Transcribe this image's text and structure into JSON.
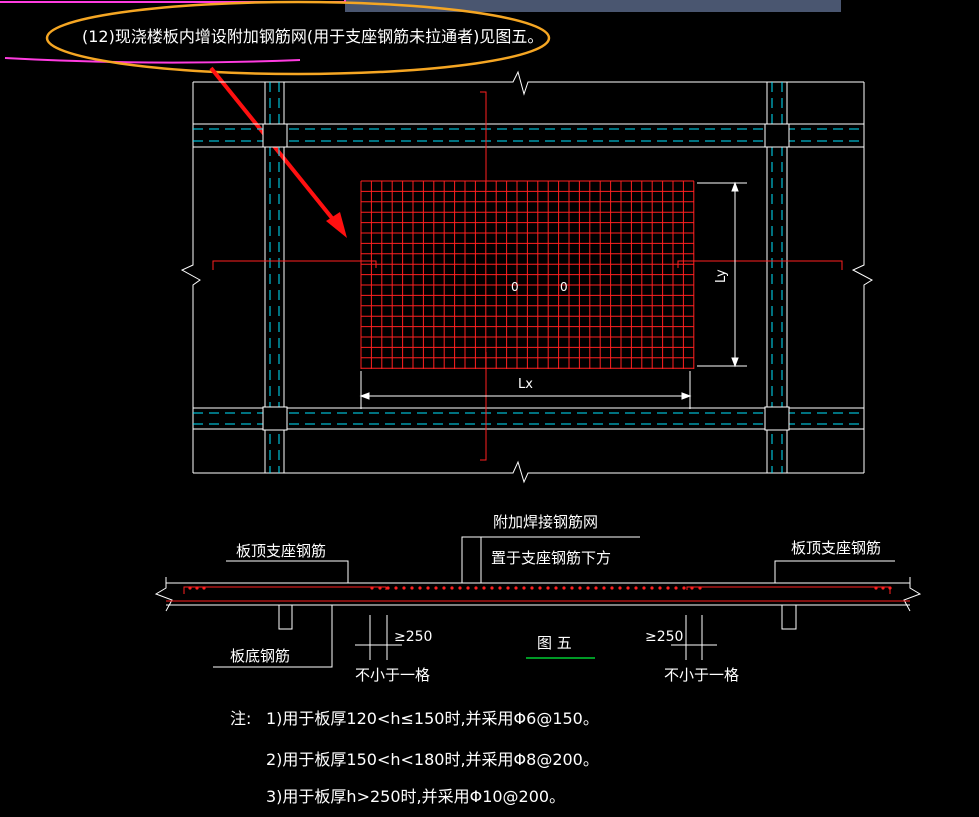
{
  "title_note": "(12)现浇楼板内增设附加钢筋网(用于支座钢筋未拉通者)见图五。",
  "plan": {
    "dim_lx": "Lx",
    "dim_ly": "Ly",
    "center_marks": [
      "0",
      "0"
    ]
  },
  "section": {
    "label_mesh_line1": "附加焊接钢筋网",
    "label_mesh_line2": "置于支座钢筋下方",
    "label_top_left": "板顶支座钢筋",
    "label_top_right": "板顶支座钢筋",
    "label_bottom": "板底钢筋",
    "dim_left": "≥250",
    "dim_right": "≥250",
    "min_left": "不小于一格",
    "min_right": "不小于一格",
    "figure_label": "图 五"
  },
  "notes": {
    "prefix": "注:",
    "line1": "1)用于板厚120<h≤150时,并采用Φ6@150。",
    "line2": "2)用于板厚150<h<180时,并采用Φ8@200。",
    "line3": "3)用于板厚h>250时,并采用Φ10@200。"
  },
  "colors": {
    "background": "#000000",
    "line": "#ffffff",
    "cyan": "#00e5ff",
    "red": "#ff2020",
    "ellipse": "#f5a623",
    "arrow": "#ff1010",
    "topbar": "#4a5670",
    "magenta": "#ff3ce0",
    "green": "#00cc33"
  }
}
